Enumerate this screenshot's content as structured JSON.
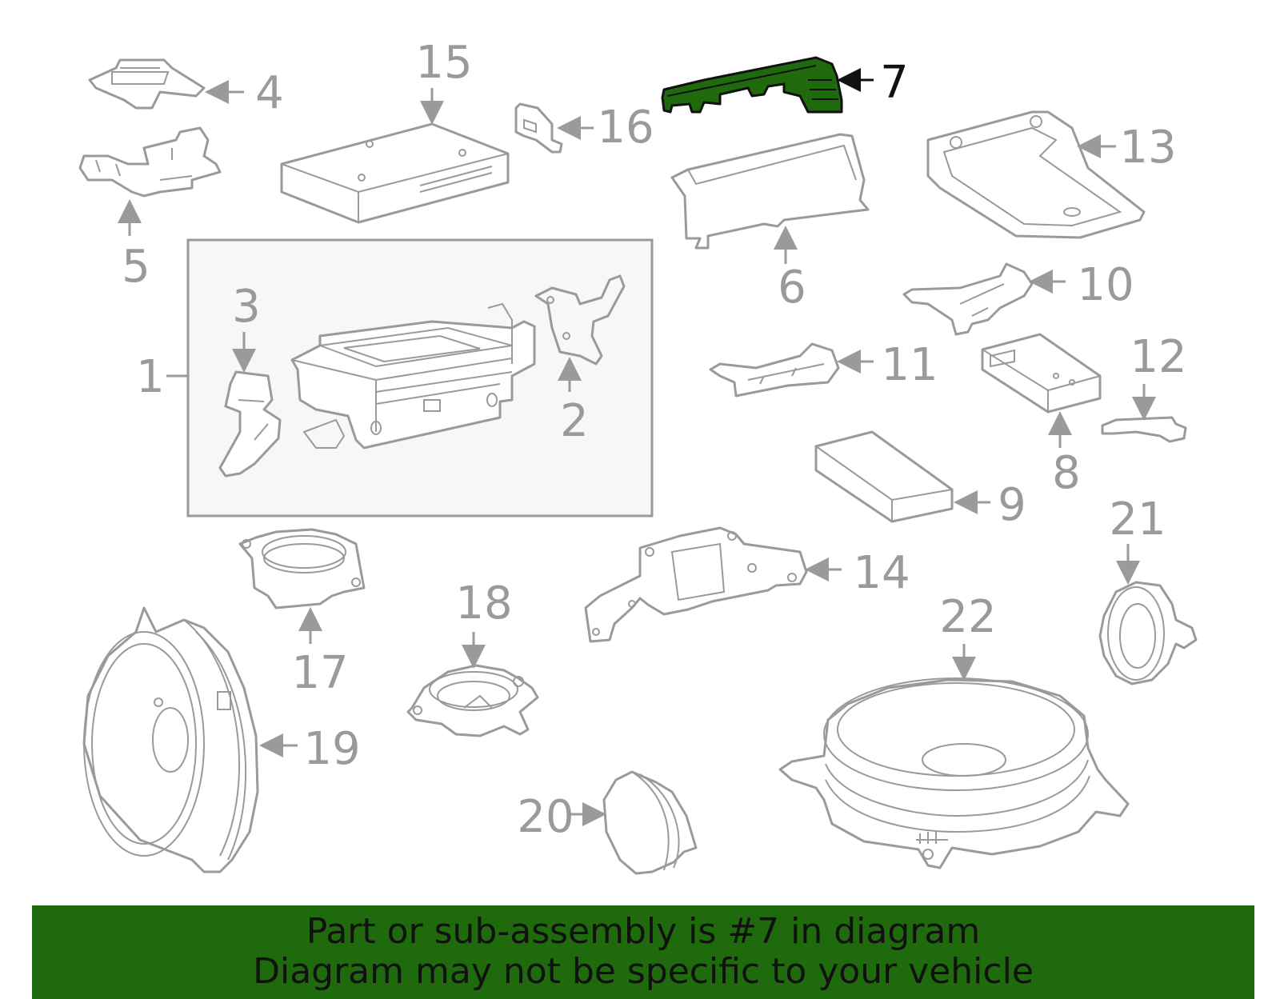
{
  "diagram": {
    "highlight_color": "#1f6a0d",
    "line_color": "#9a9a9a",
    "highlighted_part": "7",
    "callouts": [
      "1",
      "2",
      "3",
      "4",
      "5",
      "6",
      "7",
      "8",
      "9",
      "10",
      "11",
      "12",
      "13",
      "14",
      "15",
      "16",
      "17",
      "18",
      "19",
      "20",
      "21",
      "22"
    ]
  },
  "banner": {
    "line1": "Part or sub-assembly is #7 in diagram",
    "line2": "Diagram may not be specific to your vehicle",
    "background": "#1f6a0d"
  }
}
